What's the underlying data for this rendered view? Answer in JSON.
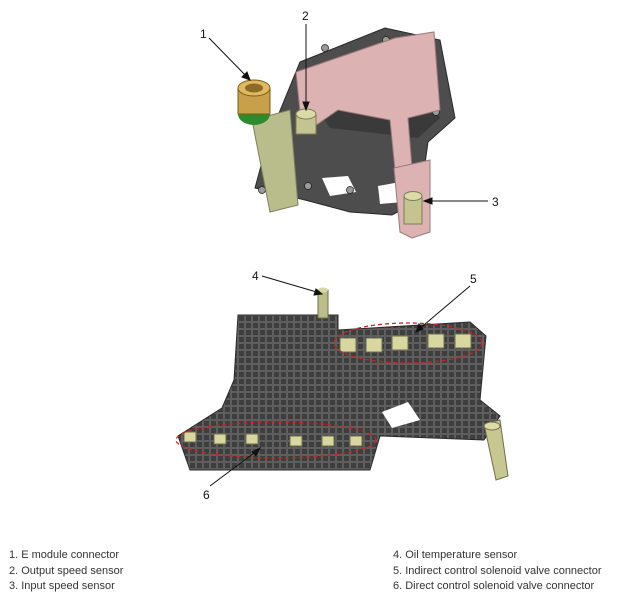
{
  "callouts": [
    "1",
    "2",
    "3",
    "4",
    "5",
    "6"
  ],
  "legend": {
    "left": [
      "1. E module connector",
      "2. Output speed sensor",
      "3. Input speed sensor"
    ],
    "right": [
      "4. Oil temperature sensor",
      "5. Indirect control solenoid valve connector",
      "6. Direct control solenoid valve connector"
    ]
  }
}
